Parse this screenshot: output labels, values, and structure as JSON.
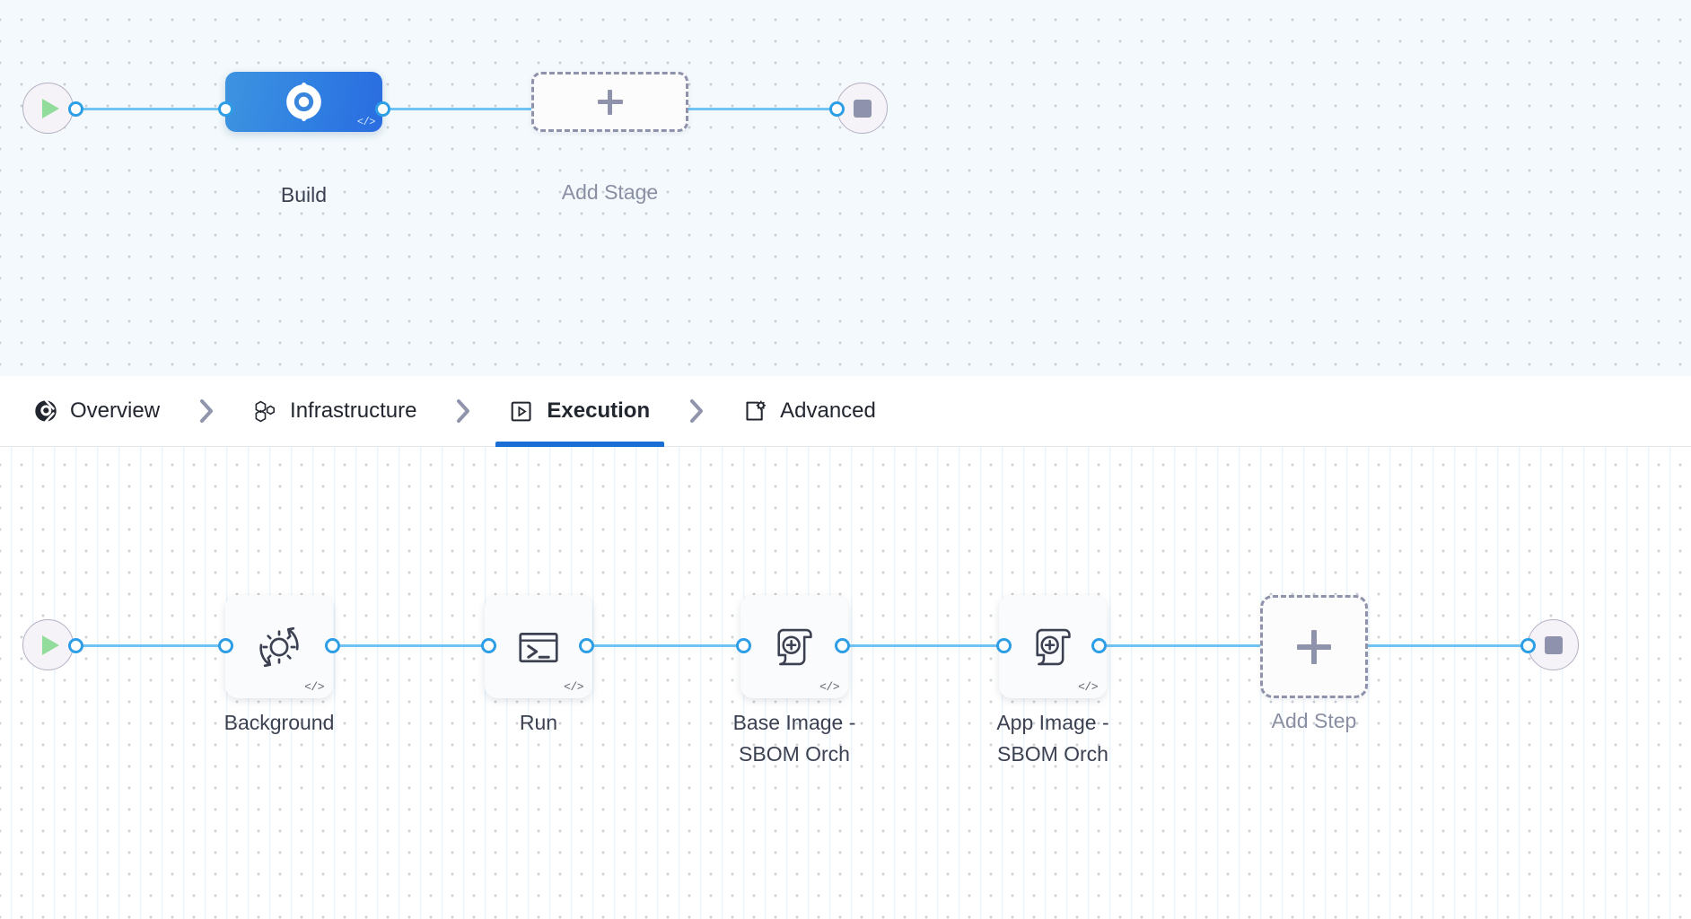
{
  "pipeline": {
    "stage_graph": {
      "start_node": {
        "icon": "play-circle-icon"
      },
      "stages": [
        {
          "label": "Build",
          "icon": "harness-ci-icon",
          "code_badge": "</>",
          "selected": true
        }
      ],
      "add_stage": {
        "label": "Add Stage",
        "icon": "plus-icon"
      },
      "end_node": {
        "icon": "stop-circle-icon"
      }
    },
    "tabs": [
      {
        "label": "Overview",
        "icon": "harness-ci-icon",
        "active": false
      },
      {
        "label": "Infrastructure",
        "icon": "hexagons-icon",
        "active": false
      },
      {
        "label": "Execution",
        "icon": "play-square-icon",
        "active": true
      },
      {
        "label": "Advanced",
        "icon": "gear-square-icon",
        "active": false
      }
    ],
    "tab_separator_icon": "chevron-right-icon",
    "step_graph": {
      "start_node": {
        "icon": "play-circle-icon"
      },
      "steps": [
        {
          "label": "Background",
          "icon": "gear-refresh-icon",
          "code_badge": "</>"
        },
        {
          "label": "Run",
          "icon": "terminal-icon",
          "code_badge": "</>"
        },
        {
          "label": "Base Image -\nSBOM Orch",
          "icon": "scroll-plus-icon",
          "code_badge": "</>"
        },
        {
          "label": "App Image -\nSBOM Orch",
          "icon": "scroll-plus-icon",
          "code_badge": "</>"
        }
      ],
      "add_step": {
        "label": "Add Step",
        "icon": "plus-icon"
      },
      "end_node": {
        "icon": "stop-circle-icon"
      }
    }
  },
  "colors": {
    "accent_blue": "#1b6fd4",
    "connector_blue": "#6fc4f4",
    "node_blue_start": "#3e94e0",
    "node_blue_end": "#2a6ce0",
    "play_green": "#92dd9b",
    "stop_grey": "#8f92ad",
    "dashed_grey": "#8e92ab",
    "stage_canvas_bg": "#f3f9fc",
    "step_canvas_bg": "#ffffff"
  }
}
